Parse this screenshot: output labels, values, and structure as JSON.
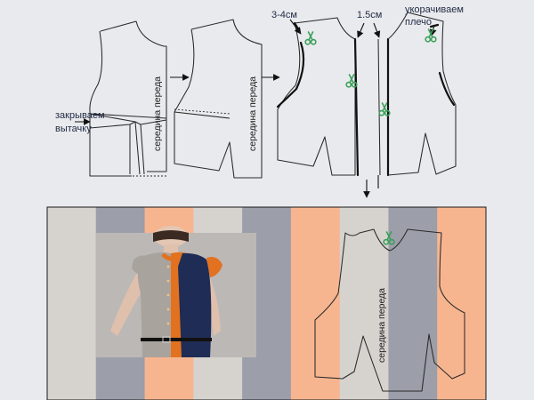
{
  "labels": {
    "close_dart": [
      "закрываем",
      "вытачку"
    ],
    "center_front_1": "середина переда",
    "center_front_2": "середина переда",
    "center_front_3": "середина переда",
    "measure_3_4": "3-4см",
    "measure_1_5": "1.5см",
    "shorten_shoulder": [
      "укорачиваем",
      "плечо"
    ]
  },
  "colors": {
    "background": "#e9eaed",
    "stripe_light_gray": "#d6d2ce",
    "stripe_blue_gray": "#9c9ea9",
    "stripe_orange": "#f7b58f",
    "scissors": "#3aa05a",
    "dress_blue": "#1f2c55",
    "dress_orange": "#e2721f",
    "dress_gray": "#a8a39d"
  },
  "stripes": [
    "stripe_light_gray",
    "stripe_blue_gray",
    "stripe_orange",
    "stripe_light_gray",
    "stripe_blue_gray",
    "stripe_orange",
    "stripe_light_gray",
    "stripe_blue_gray",
    "stripe_orange"
  ],
  "icons": [
    "scissors-icon",
    "arrow-right-icon",
    "arrow-down-icon"
  ],
  "photo": {
    "subject": "woman-in-colorblock-dress"
  }
}
